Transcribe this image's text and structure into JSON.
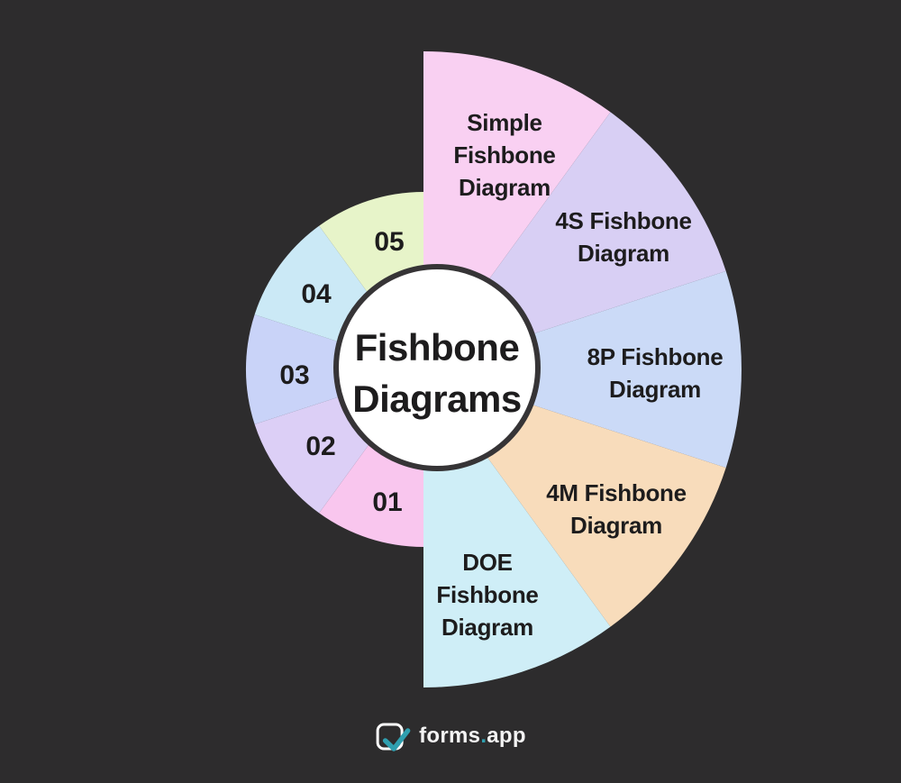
{
  "canvas": {
    "background_color": "#2d2c2d",
    "text_color": "#1d1c1d"
  },
  "center": {
    "title": "Fishbone\nDiagrams",
    "fill_color": "#ffffff",
    "border_color": "#363436"
  },
  "outer_segments": [
    {
      "id": "simple-fishbone",
      "label": "Simple\nFishbone\nDiagram",
      "color": "#f9d0f2"
    },
    {
      "id": "4s-fishbone",
      "label": "4S Fishbone\nDiagram",
      "color": "#d8cff4"
    },
    {
      "id": "8p-fishbone",
      "label": "8P Fishbone\nDiagram",
      "color": "#cbdaf7"
    },
    {
      "id": "4m-fishbone",
      "label": "4M Fishbone\nDiagram",
      "color": "#f8dcbb"
    },
    {
      "id": "doe-fishbone",
      "label": "DOE\nFishbone\nDiagram",
      "color": "#cfeef7"
    }
  ],
  "inner_segments": [
    {
      "id": "step-01",
      "label": "01",
      "color": "#f9c6ee"
    },
    {
      "id": "step-02",
      "label": "02",
      "color": "#dccff6"
    },
    {
      "id": "step-03",
      "label": "03",
      "color": "#c9d3f8"
    },
    {
      "id": "step-04",
      "label": "04",
      "color": "#cbe9f6"
    },
    {
      "id": "step-05",
      "label": "05",
      "color": "#e7f4c9"
    }
  ],
  "footer": {
    "brand_name": "forms",
    "brand_dot": ".",
    "brand_suffix": "app",
    "accent_color": "#2f9faf"
  }
}
